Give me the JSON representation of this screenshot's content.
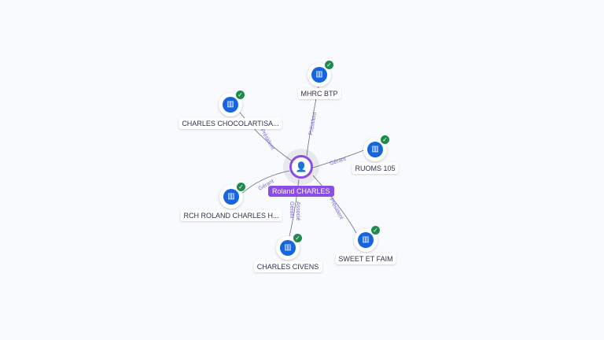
{
  "center": {
    "name": "Roland CHARLES",
    "icon": "person-icon"
  },
  "nodes": [
    {
      "name": "MHRC BTP",
      "relations": [
        "Président"
      ]
    },
    {
      "name": "CHARLES CHOCOLARTISA...",
      "relations": [
        "Président"
      ]
    },
    {
      "name": "RUOMS 105",
      "relations": [
        "Gérant"
      ]
    },
    {
      "name": "RCH ROLAND CHARLES H...",
      "relations": [
        "Gérant"
      ]
    },
    {
      "name": "CHARLES CIVENS",
      "relations": [
        "Gérant",
        "Associé"
      ]
    },
    {
      "name": "SWEET ET FAIM",
      "relations": [
        "Président"
      ]
    }
  ],
  "colors": {
    "accent": "#8a4de8",
    "node": "#1565e0",
    "verified": "#1e8a4c"
  }
}
